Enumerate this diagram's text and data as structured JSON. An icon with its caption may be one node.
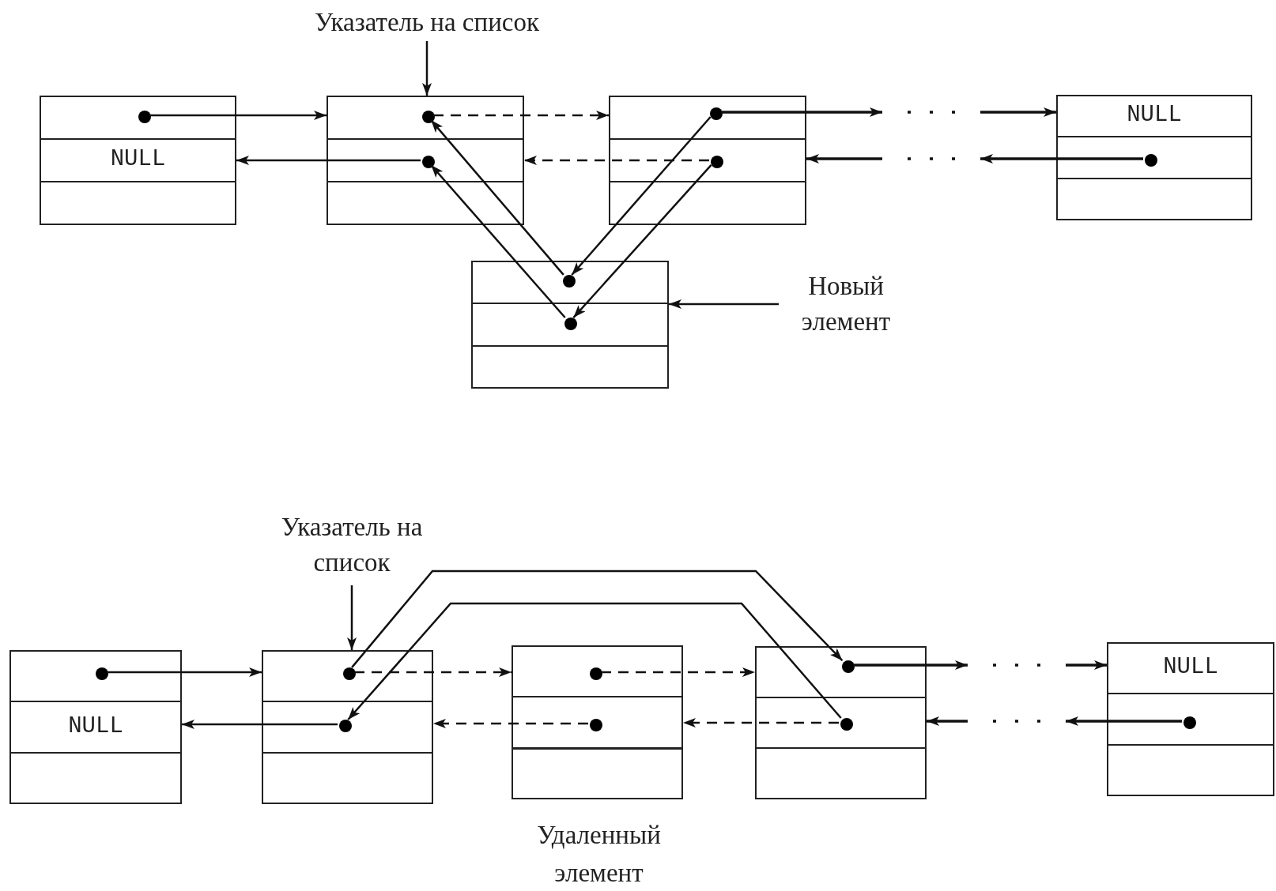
{
  "diagram": {
    "nodes": [
      {
        "text": [
          "Указатель на список"
        ]
      },
      {
        "text": [
          "NULL"
        ]
      },
      {
        "text": [],
        "shape": "circle",
        "in": 1
      },
      {
        "text": [],
        "shape": "box"
      },
      {
        "text": [],
        "shape": "circle",
        "in": 3
      },
      {
        "text": [],
        "shape": "circle",
        "in": 3
      },
      {
        "text": [],
        "shape": "box"
      },
      {
        "text": [],
        "shape": "circle",
        "in": 6
      },
      {
        "text": [],
        "shape": "circle",
        "in": 6
      },
      {
        "text": [
          "NULL"
        ]
      },
      {
        "text": [],
        "shape": "circle",
        "in": 9
      },
      {
        "text": [],
        "shape": "box"
      },
      {
        "text": [],
        "shape": "circle",
        "in": 11
      },
      {
        "text": [],
        "shape": "circle",
        "in": 11
      },
      {
        "text": [
          "Новый элемент"
        ]
      },
      {
        "text": [
          "Указатель на список"
        ]
      },
      {
        "text": [
          "NULL"
        ]
      },
      {
        "text": [],
        "shape": "circle",
        "in": 16
      },
      {
        "text": [],
        "shape": "box"
      },
      {
        "text": [],
        "shape": "circle",
        "in": 18
      },
      {
        "text": [],
        "shape": "circle",
        "in": 18
      },
      {
        "text": [],
        "shape": "box",
        "beside": [
          "Удаленный элемент"
        ]
      },
      {
        "text": [],
        "shape": "circle",
        "in": 21
      },
      {
        "text": [],
        "shape": "circle",
        "in": 21
      },
      {
        "text": [],
        "shape": "box"
      },
      {
        "text": [],
        "shape": "circle",
        "in": 24
      },
      {
        "text": [],
        "shape": "circle",
        "in": 24
      },
      {
        "text": [
          "NULL"
        ]
      },
      {
        "text": [],
        "shape": "circle",
        "in": 27
      }
    ],
    "edges": [
      {
        "from": 0,
        "to": 3,
        "arrow": "to"
      },
      {
        "from": 2,
        "to": 3,
        "arrow": "to"
      },
      {
        "from": 5,
        "to": 1,
        "arrow": "to"
      },
      {
        "from": 4,
        "to": 6,
        "arrow": "to",
        "style": "dashed"
      },
      {
        "from": 8,
        "to": 3,
        "arrow": "to",
        "style": "dashed"
      },
      {
        "from": 7,
        "to": 9,
        "arrow": "to",
        "style": "dashed"
      },
      {
        "from": 10,
        "to": 6,
        "arrow": "to",
        "style": "dashed"
      },
      {
        "from": 7,
        "to": 12,
        "arrow": "to"
      },
      {
        "from": 8,
        "to": 13,
        "arrow": "to"
      },
      {
        "from": 12,
        "to": 4,
        "arrow": "to"
      },
      {
        "from": 13,
        "to": 5,
        "arrow": "to"
      },
      {
        "from": 14,
        "to": 11,
        "arrow": "to"
      },
      {
        "from": 15,
        "to": 18,
        "arrow": "to"
      },
      {
        "from": 17,
        "to": 18,
        "arrow": "to"
      },
      {
        "from": 20,
        "to": 16,
        "arrow": "to"
      },
      {
        "from": 19,
        "to": 21,
        "arrow": "to",
        "style": "dashed"
      },
      {
        "from": 23,
        "to": 18,
        "arrow": "to",
        "style": "dashed"
      },
      {
        "from": 22,
        "to": 24,
        "arrow": "to",
        "style": "dashed"
      },
      {
        "from": 26,
        "to": 21,
        "arrow": "to",
        "style": "dashed"
      },
      {
        "from": 25,
        "to": 27,
        "arrow": "to",
        "style": "dashed"
      },
      {
        "from": 28,
        "to": 24,
        "arrow": "to",
        "style": "dashed"
      },
      {
        "from": 19,
        "to": 25,
        "arrow": "to"
      },
      {
        "from": 26,
        "to": 20,
        "arrow": "to"
      }
    ]
  }
}
